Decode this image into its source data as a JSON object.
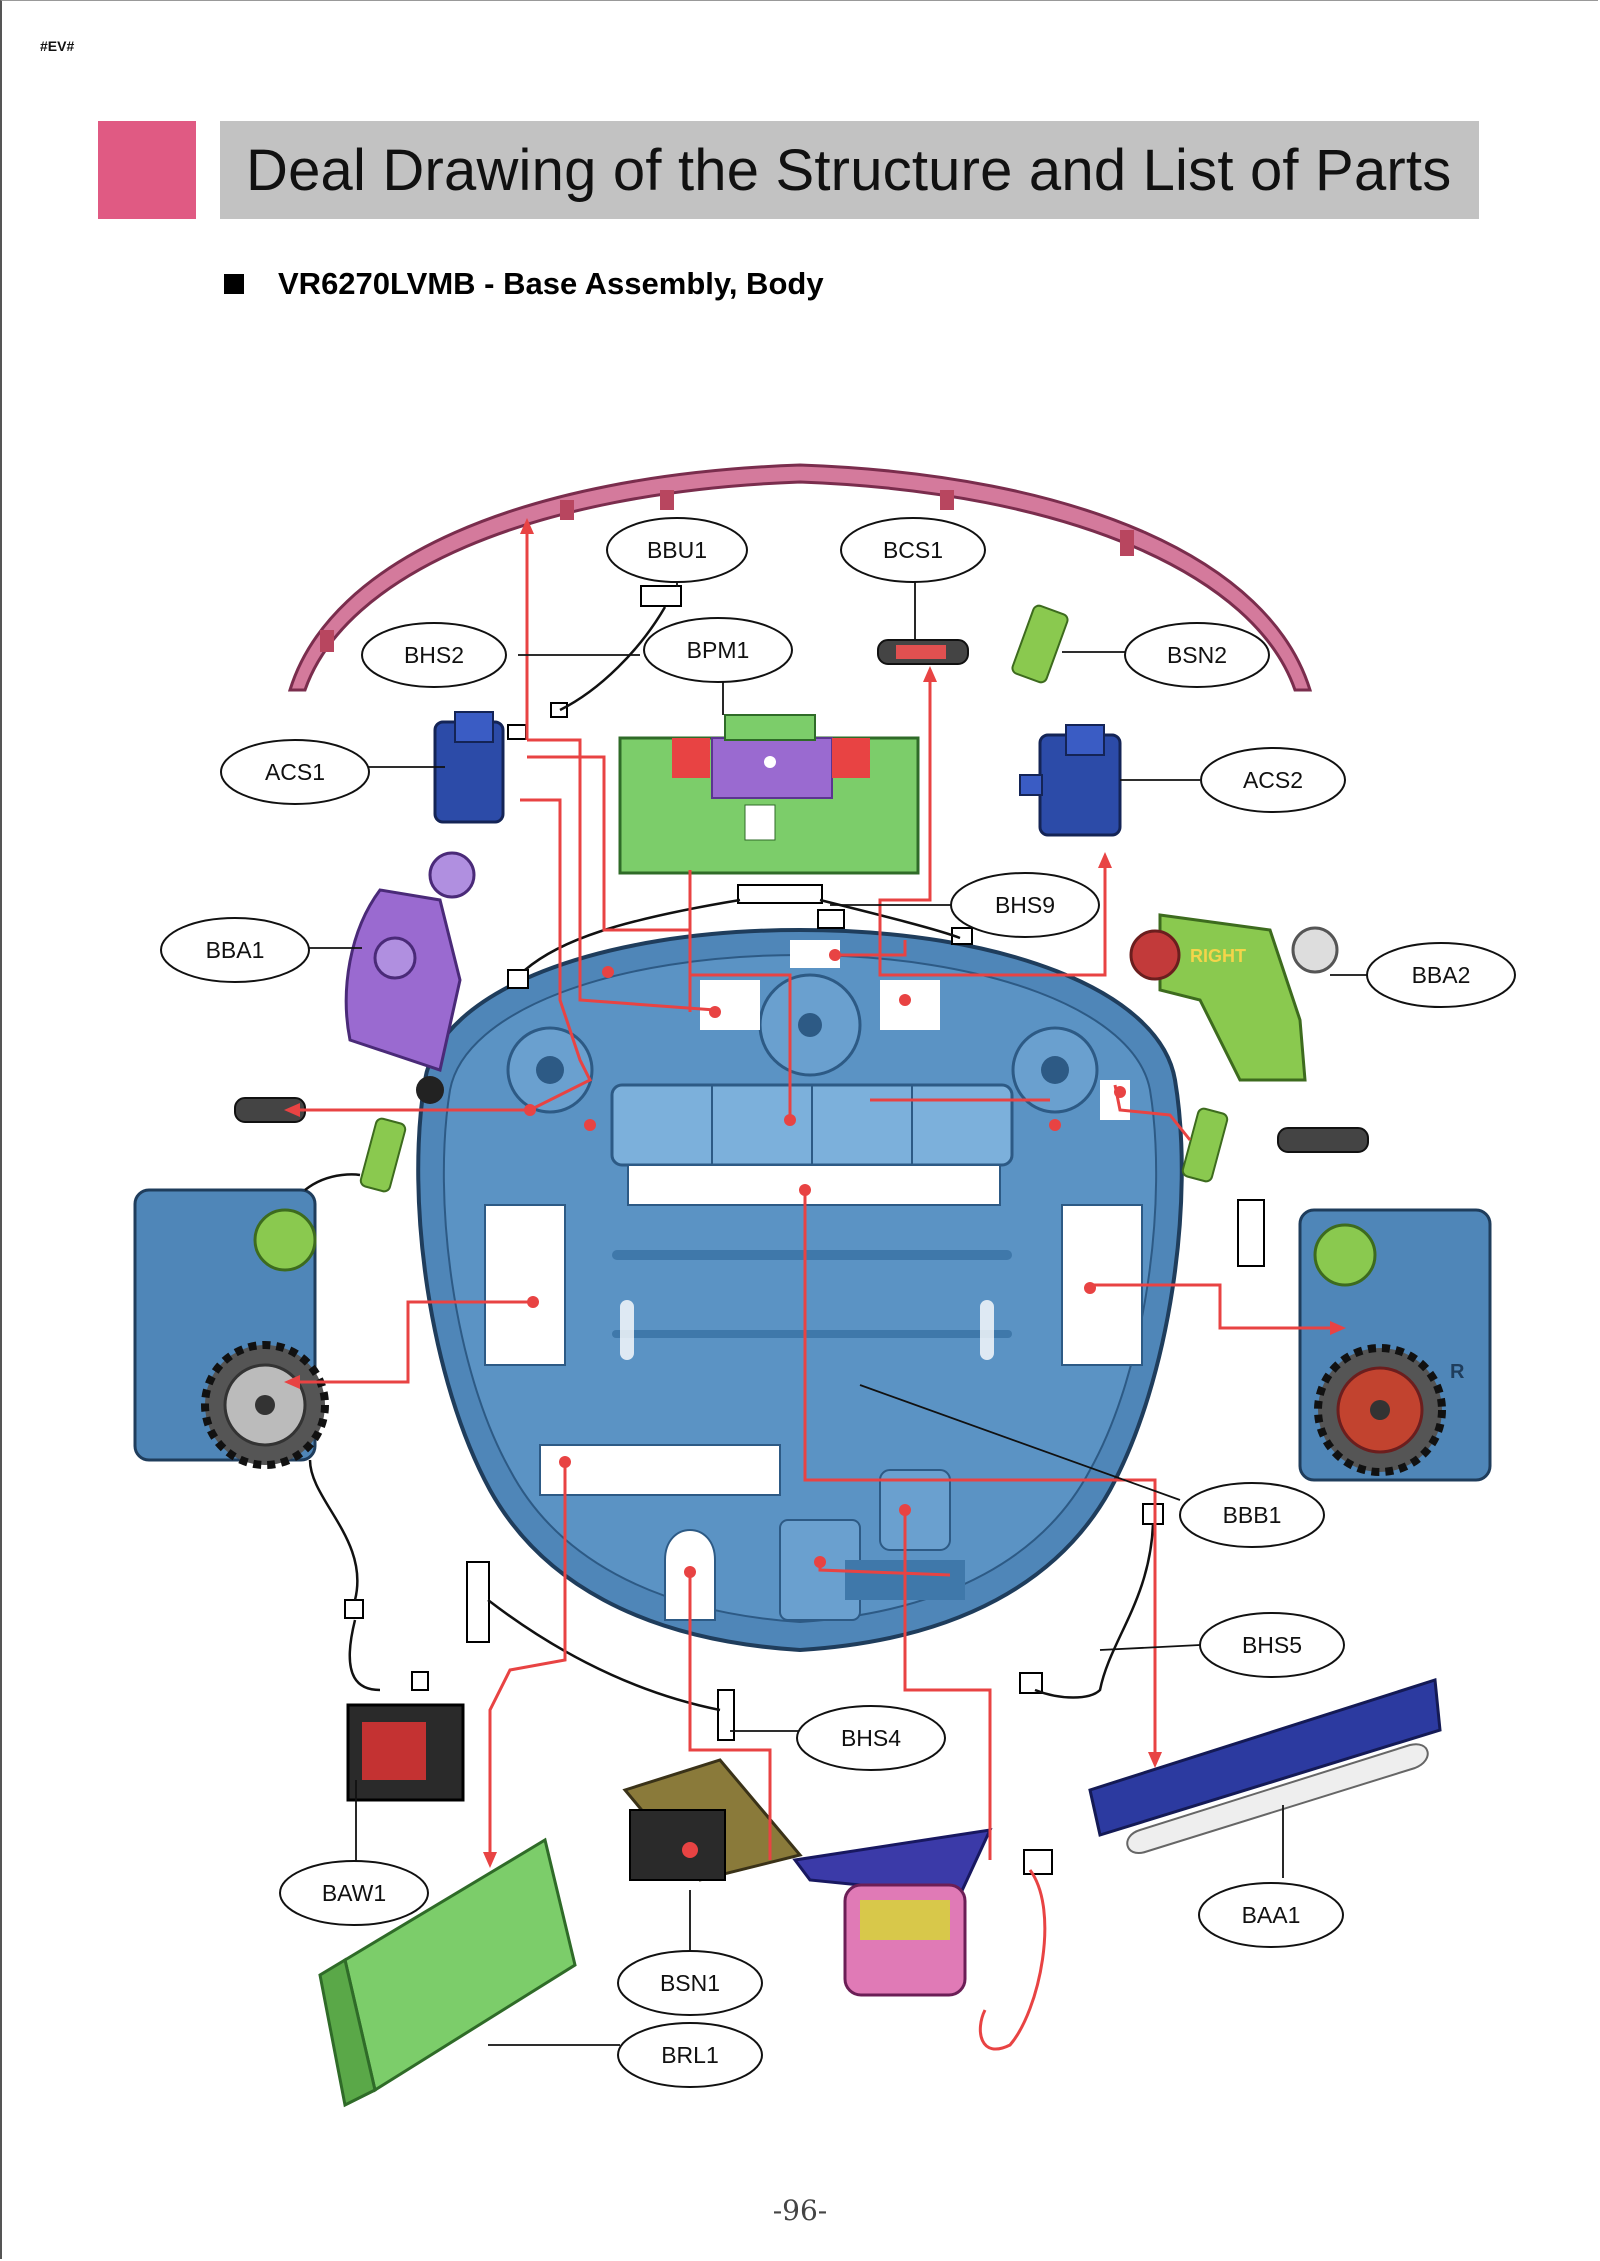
{
  "header": {
    "doc_code": "#EV#",
    "title": "Deal Drawing of the Structure and List of Parts"
  },
  "section": {
    "subtitle": "VR6270LVMB - Base Assembly, Body"
  },
  "callouts": [
    "BBU1",
    "BCS1",
    "BHS2",
    "BPM1",
    "BSN2",
    "ACS1",
    "ACS2",
    "BHS9",
    "BBA1",
    "BBA2",
    "BBB1",
    "BHS5",
    "BHS4",
    "BAA1",
    "BAW1",
    "BSN1",
    "BRL1"
  ],
  "parts_labels": {
    "motor_right_text": "RIGHT",
    "wheel_right_text": "R"
  },
  "colors": {
    "pink_accent": "#e05a83",
    "title_bar": "#c2c2c2",
    "base_body": "#4f86b8",
    "wire_red": "#e84343",
    "bumper": "#d47a9c",
    "pcb_green": "#7ccd6a",
    "module_purple": "#9a6ad0"
  },
  "footer": {
    "page_number": "-96-"
  }
}
